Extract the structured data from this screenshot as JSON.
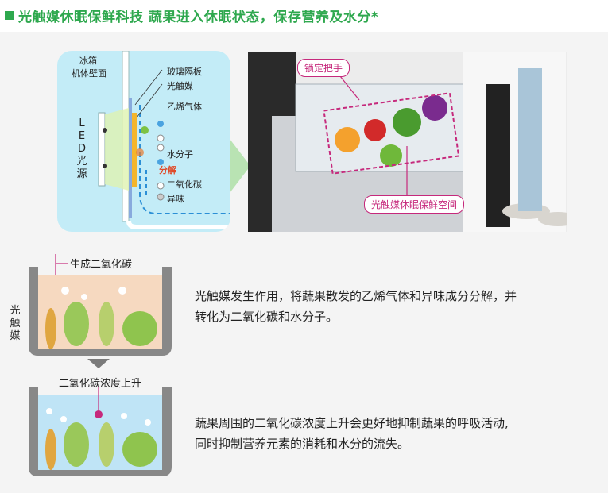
{
  "header": {
    "title": "光触媒休眠保鲜科技  蔬果进入休眠状态，保存营养及水分*",
    "accent_color": "#2ea84e"
  },
  "diagram": {
    "wall_label_1": "冰箱",
    "wall_label_2": "机体壁面",
    "led_label": [
      "L",
      "E",
      "D",
      "光",
      "源"
    ],
    "layers": [
      {
        "text": "玻璃隔板"
      },
      {
        "text": "光触媒"
      },
      {
        "text": "乙烯气体"
      },
      {
        "text": "水分子"
      },
      {
        "text": "二氧化碳"
      },
      {
        "text": "异味"
      }
    ],
    "decompose_label": "分解"
  },
  "photo": {
    "lock_handle": "锁定把手",
    "space_label": "光触媒休眠保鲜空间"
  },
  "illustration_top": {
    "produce_label": "生成二氧化碳",
    "side_label": [
      "光",
      "触",
      "媒"
    ],
    "description_line_1": "光触媒发生作用，将蔬果散发的乙烯气体和异味成分分解，并",
    "description_line_2": "转化为二氧化碳和水分子。"
  },
  "illustration_bottom": {
    "rise_label": "二氧化碳浓度上升",
    "description_line_1": "蔬果周围的二氧化碳浓度上升会更好地抑制蔬果的呼吸活动,",
    "description_line_2": "同时抑制营养元素的消耗和水分的流失。"
  }
}
